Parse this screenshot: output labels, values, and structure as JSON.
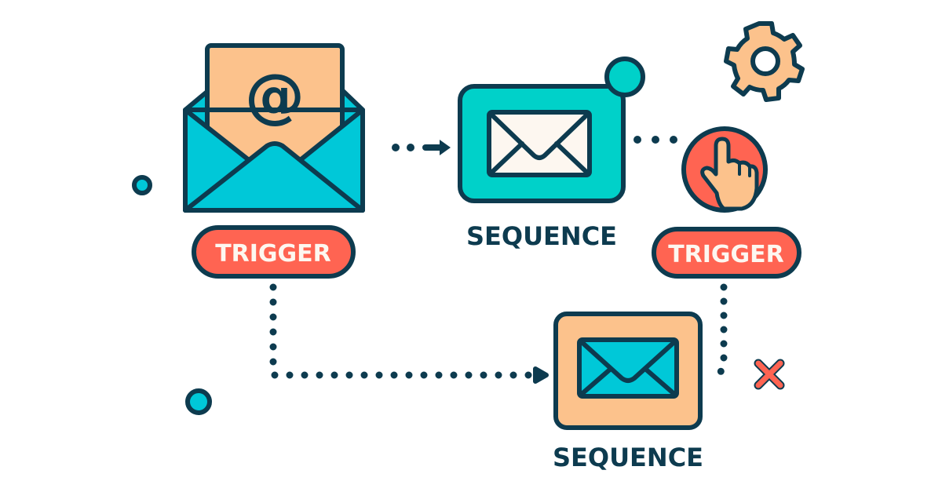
{
  "colors": {
    "outline": "#0d3b4f",
    "teal": "#00d1c9",
    "envelope_blue": "#00c8d8",
    "peach": "#fcc28c",
    "red": "#ff6452",
    "cream": "#fdf7f0",
    "white": "#ffffff"
  },
  "nodes": {
    "trigger_email": {
      "label": "TRIGGER",
      "icon": "open-envelope-at-icon",
      "symbol": "@"
    },
    "sequence_top": {
      "label": "SEQUENCE",
      "icon": "envelope-icon"
    },
    "trigger_click": {
      "label": "TRIGGER",
      "icon": "pointing-hand-icon"
    },
    "sequence_bottom": {
      "label": "SEQUENCE",
      "icon": "envelope-icon"
    }
  },
  "decorations": [
    "gear-icon",
    "close-icon",
    "notification-dot"
  ]
}
